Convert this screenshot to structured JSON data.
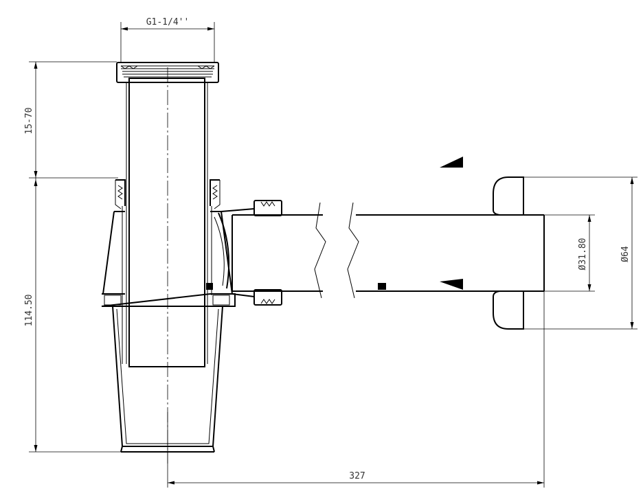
{
  "dimensions": {
    "thread": "G1-1/4''",
    "height_adjust": "15-70",
    "height_body": "114.50",
    "pipe_diameter": "Ø31.80",
    "flange_diameter": "Ø64",
    "overall_length": "327"
  },
  "colors": {
    "line": "#000000",
    "text": "#333333",
    "background": "#ffffff"
  }
}
